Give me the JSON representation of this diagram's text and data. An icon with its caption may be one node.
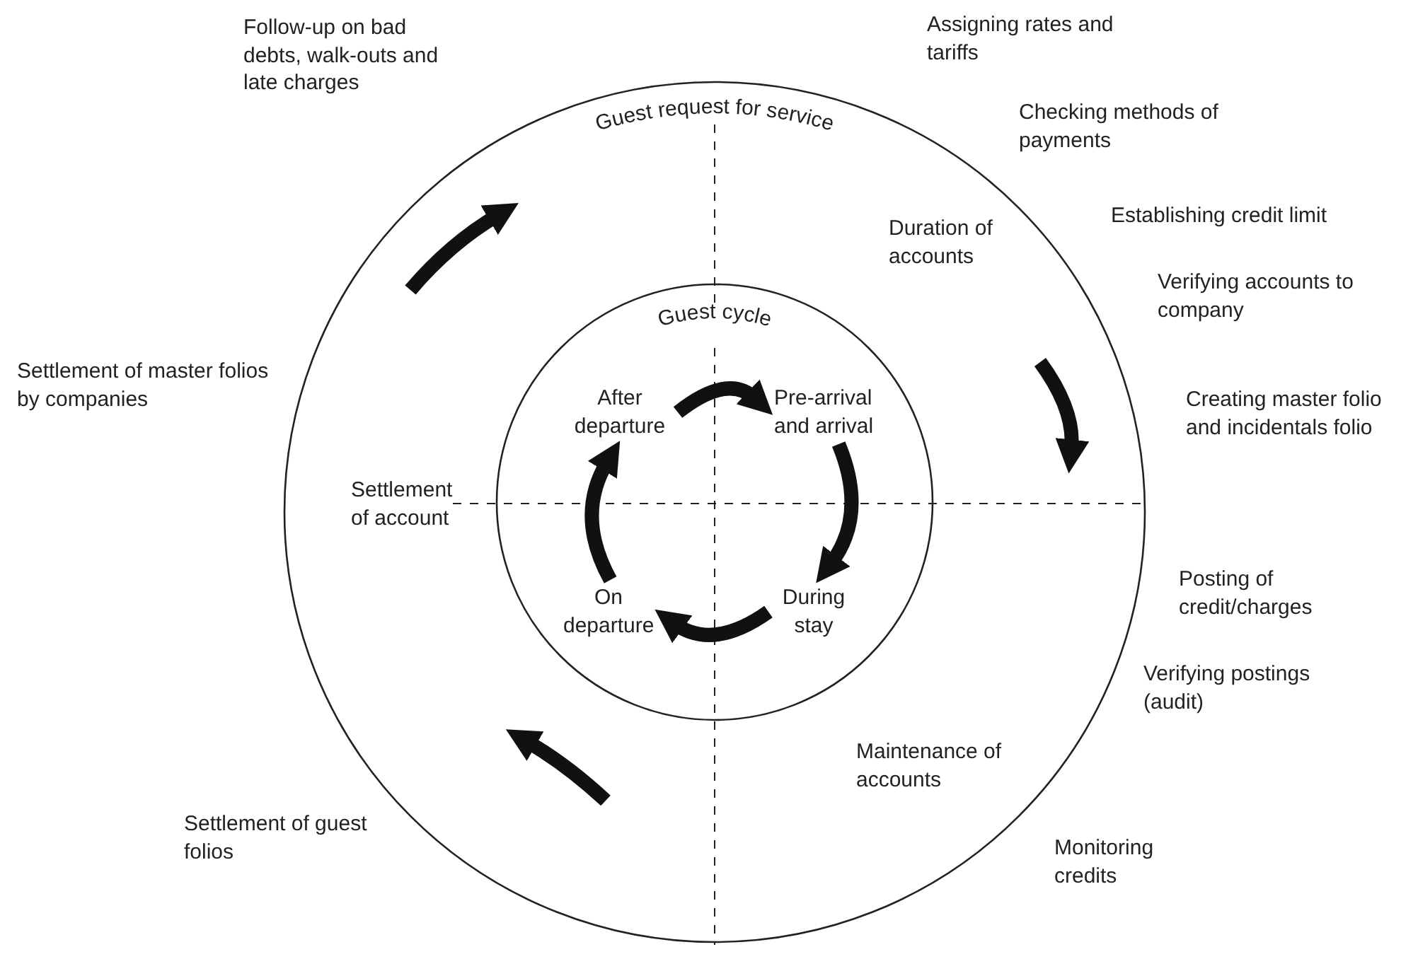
{
  "diagram": {
    "nodes": [
      {
        "text": [
          "Guest request for service"
        ]
      },
      {
        "text": [
          "Guest cycle"
        ],
        "in": 0
      },
      {
        "text": [
          "After departure"
        ],
        "in": 1
      },
      {
        "text": [
          "Pre-arrival and arrival"
        ],
        "in": 1
      },
      {
        "text": [
          "During stay"
        ],
        "in": 1
      },
      {
        "text": [
          "On departure"
        ],
        "in": 1
      },
      {
        "text": [
          "Duration of accounts"
        ],
        "in": 0
      },
      {
        "text": [
          "Maintenance of accounts"
        ],
        "in": 0
      },
      {
        "text": [
          "Settlement of account"
        ],
        "in": 0
      }
    ],
    "edges": [
      {
        "from": 2,
        "to": 3,
        "arrow": "to"
      },
      {
        "from": 3,
        "to": 4,
        "arrow": "to"
      },
      {
        "from": 4,
        "to": 5,
        "arrow": "to"
      },
      {
        "from": 5,
        "to": 2,
        "arrow": "to"
      }
    ],
    "labels": [
      "Follow-up on bad debts, walk-outs and late charges",
      "Assigning rates and tariffs",
      "Checking methods of payments",
      "Establishing credit limit",
      "Verifying accounts to company",
      "Settlement of master folios by companies",
      "Creating master folio and incidentals folio",
      "Posting of credit/charges",
      "Verifying postings (audit)",
      "Settlement of guest folios",
      "Monitoring credits"
    ]
  }
}
